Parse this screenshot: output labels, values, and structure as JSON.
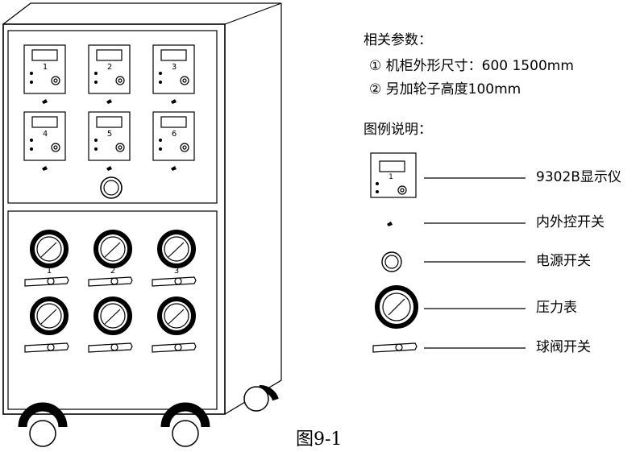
{
  "params": {
    "title": "相关参数：",
    "item1": "① 机柜外形尺寸：600  1500mm",
    "item2": "② 另加轮子高度100mm"
  },
  "legend": {
    "title": "图例说明：",
    "display": "9302B显示仪",
    "inout_switch": "内外控开关",
    "power_switch": "电源开关",
    "pressure_gauge": "压力表",
    "ball_valve": "球阀开关"
  },
  "display_labels": [
    "1",
    "2",
    "3",
    "4",
    "5",
    "6"
  ],
  "valve_labels": [
    "1",
    "2",
    "3"
  ],
  "legend_display_label": "1",
  "caption": "图9-1"
}
